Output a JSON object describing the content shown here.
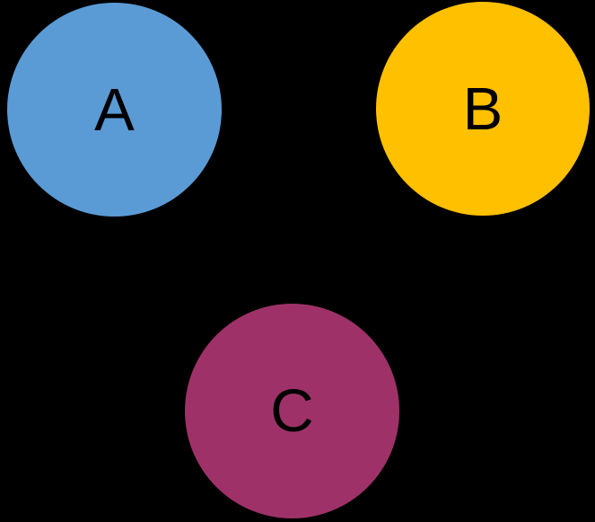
{
  "diagram": {
    "background": "#000000",
    "circles": [
      {
        "label": "A",
        "color": "#5B9BD5",
        "label_color": "#000000"
      },
      {
        "label": "B",
        "color": "#FFC000",
        "label_color": "#000000"
      },
      {
        "label": "C",
        "color": "#9E3268",
        "label_color": "#000000"
      }
    ]
  }
}
